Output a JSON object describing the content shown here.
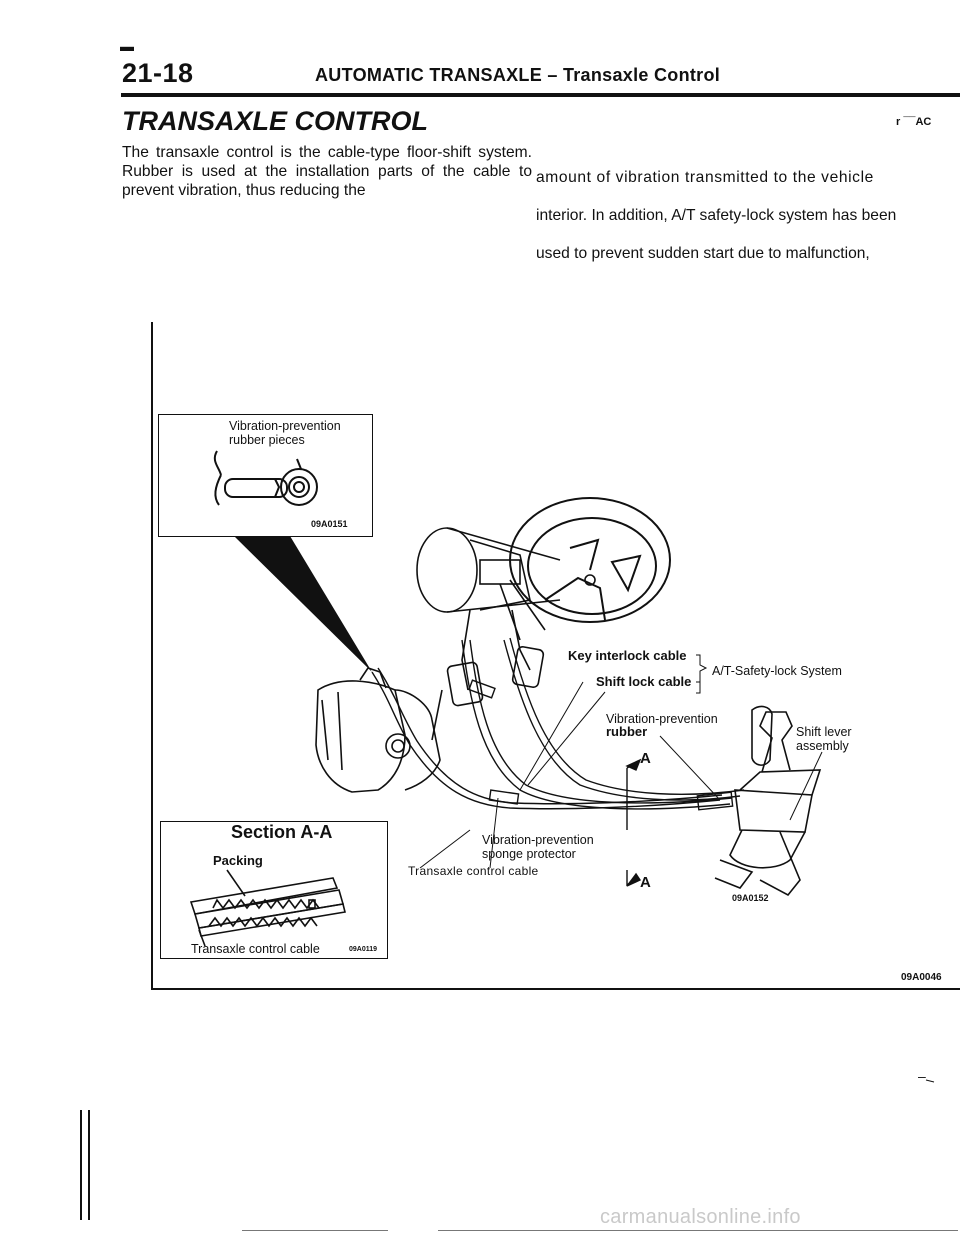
{
  "header": {
    "corner_symbol": "▬",
    "page_number": "21-18",
    "running_title": "AUTOMATIC TRANSAXLE – Transaxle Control"
  },
  "section": {
    "title": "TRANSAXLE CONTROL",
    "code_mark": "r ¯¯AC"
  },
  "body": {
    "left_column": "The transaxle control is the cable-type floor-shift system. Rubber is used at the installation parts of the cable to prevent vibration, thus reducing the",
    "right_line_1": "amount of vibration transmitted to the vehicle",
    "right_line_2": "interior. In addition, A/T safety-lock system has been",
    "right_line_3": "used to prevent sudden start due to malfunction,"
  },
  "figure": {
    "inset_top": {
      "label_line_1": "Vibration-prevention",
      "label_line_2": "rubber pieces",
      "code": "09A0151"
    },
    "inset_bottom": {
      "title": "Section A-A",
      "label_packing": "Packing",
      "label_cable": "Transaxle control cable",
      "code": "09A0119"
    },
    "labels": {
      "key_interlock": "Key interlock cable",
      "shift_lock": "Shift lock cable",
      "safety_lock": "A/T-Safety-lock System",
      "vib_rubber_1": "Vibration-prevention",
      "vib_rubber_2": "rubber",
      "shift_lever_1": "Shift lever",
      "shift_lever_2": "assembly",
      "section_marker": "A",
      "vib_sponge_1": "Vibration-prevention",
      "vib_sponge_2": "sponge protector",
      "transaxle_cable": "Transaxle control cable",
      "code_inner": "09A0152"
    },
    "code_main": "09A0046"
  },
  "footer": {
    "dash": "–",
    "site": "carmanualsonline.info"
  }
}
